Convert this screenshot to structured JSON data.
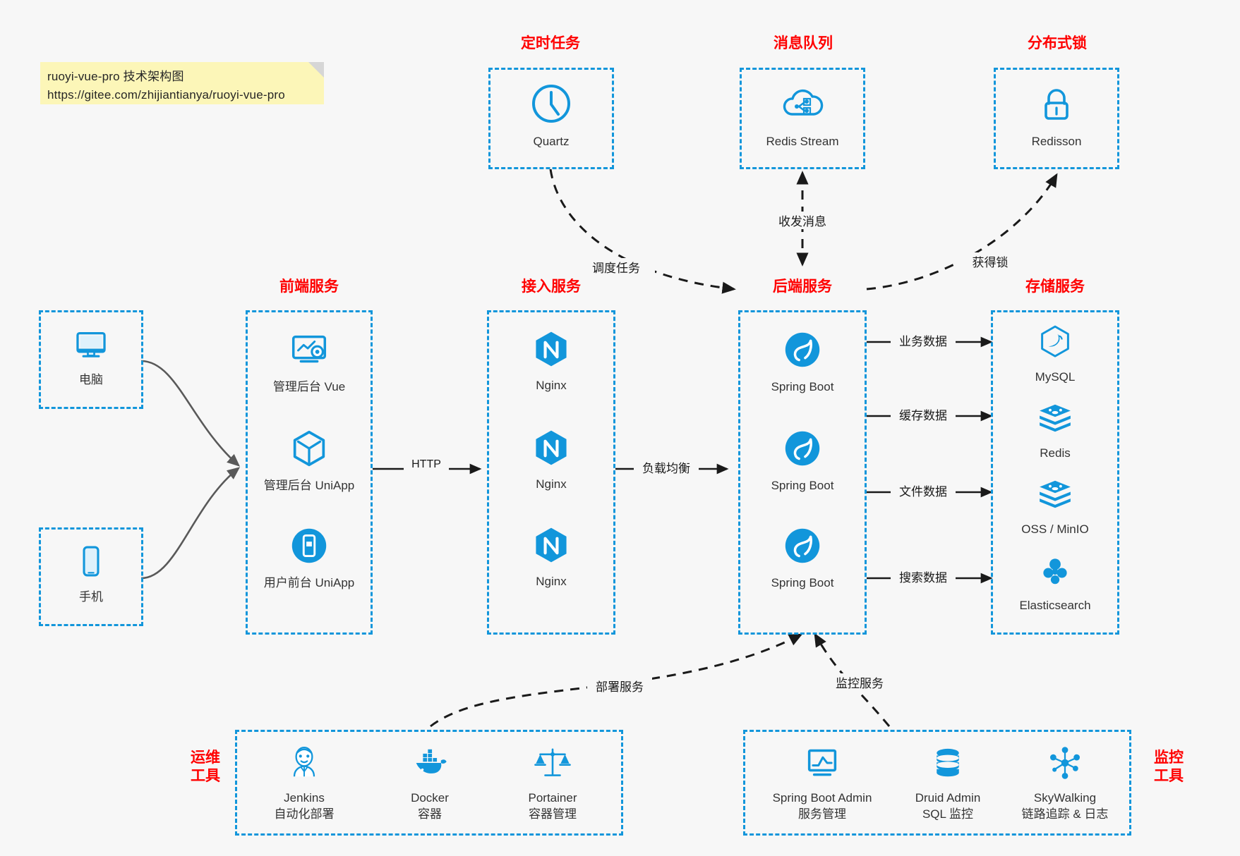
{
  "note": {
    "line1": "ruoyi-vue-pro 技术架构图",
    "line2": "https://gitee.com/zhijiantianya/ruoyi-vue-pro"
  },
  "colors": {
    "accent_blue": "#1296db",
    "header_red": "#ff0000",
    "arrow_gray": "#595959",
    "note_yellow": "#fcf6b8",
    "background": "#f7f7f7"
  },
  "groups": {
    "scheduled_task": {
      "title": "定时任务",
      "nodes": [
        {
          "label": "Quartz",
          "icon": "clock-icon"
        }
      ]
    },
    "message_queue": {
      "title": "消息队列",
      "nodes": [
        {
          "label": "Redis Stream",
          "icon": "cloud-stream-icon"
        }
      ]
    },
    "distributed_lock": {
      "title": "分布式锁",
      "nodes": [
        {
          "label": "Redisson",
          "icon": "lock-icon"
        }
      ]
    },
    "clients": {
      "nodes": [
        {
          "label": "电脑",
          "icon": "desktop-icon"
        },
        {
          "label": "手机",
          "icon": "mobile-icon"
        }
      ]
    },
    "frontend": {
      "title": "前端服务",
      "nodes": [
        {
          "label": "管理后台 Vue",
          "icon": "dashboard-gear-icon"
        },
        {
          "label": "管理后台 UniApp",
          "icon": "cube-icon"
        },
        {
          "label": "用户前台 UniApp",
          "icon": "phone-app-icon"
        }
      ]
    },
    "gateway": {
      "title": "接入服务",
      "nodes": [
        {
          "label": "Nginx",
          "icon": "nginx-icon"
        },
        {
          "label": "Nginx",
          "icon": "nginx-icon"
        },
        {
          "label": "Nginx",
          "icon": "nginx-icon"
        }
      ]
    },
    "backend": {
      "title": "后端服务",
      "nodes": [
        {
          "label": "Spring Boot",
          "icon": "spring-leaf-icon"
        },
        {
          "label": "Spring Boot",
          "icon": "spring-leaf-icon"
        },
        {
          "label": "Spring Boot",
          "icon": "spring-leaf-icon"
        }
      ]
    },
    "storage": {
      "title": "存储服务",
      "nodes": [
        {
          "label": "MySQL",
          "icon": "mysql-dolphin-icon"
        },
        {
          "label": "Redis",
          "icon": "redis-stack-icon"
        },
        {
          "label": "OSS / MinIO",
          "icon": "redis-stack-icon"
        },
        {
          "label": "Elasticsearch",
          "icon": "elasticsearch-icon"
        }
      ]
    },
    "devops": {
      "title_line1": "运维",
      "title_line2": "工具",
      "nodes": [
        {
          "label": "Jenkins",
          "sublabel": "自动化部署",
          "icon": "jenkins-butler-icon"
        },
        {
          "label": "Docker",
          "sublabel": "容器",
          "icon": "docker-whale-icon"
        },
        {
          "label": "Portainer",
          "sublabel": "容器管理",
          "icon": "scales-icon"
        }
      ]
    },
    "monitoring": {
      "title_line1": "监控",
      "title_line2": "工具",
      "nodes": [
        {
          "label": "Spring Boot Admin",
          "sublabel": "服务管理",
          "icon": "monitor-chart-icon"
        },
        {
          "label": "Druid Admin",
          "sublabel": "SQL 监控",
          "icon": "database-icon"
        },
        {
          "label": "SkyWalking",
          "sublabel": "链路追踪 & 日志",
          "icon": "skywalking-node-icon"
        }
      ]
    }
  },
  "edges": {
    "schedule_task": "调度任务",
    "send_receive_message": "收发消息",
    "acquire_lock": "获得锁",
    "http": "HTTP",
    "load_balance": "负载均衡",
    "business_data": "业务数据",
    "cache_data": "缓存数据",
    "file_data": "文件数据",
    "search_data": "搜索数据",
    "deploy_service": "部署服务",
    "monitor_service": "监控服务"
  }
}
